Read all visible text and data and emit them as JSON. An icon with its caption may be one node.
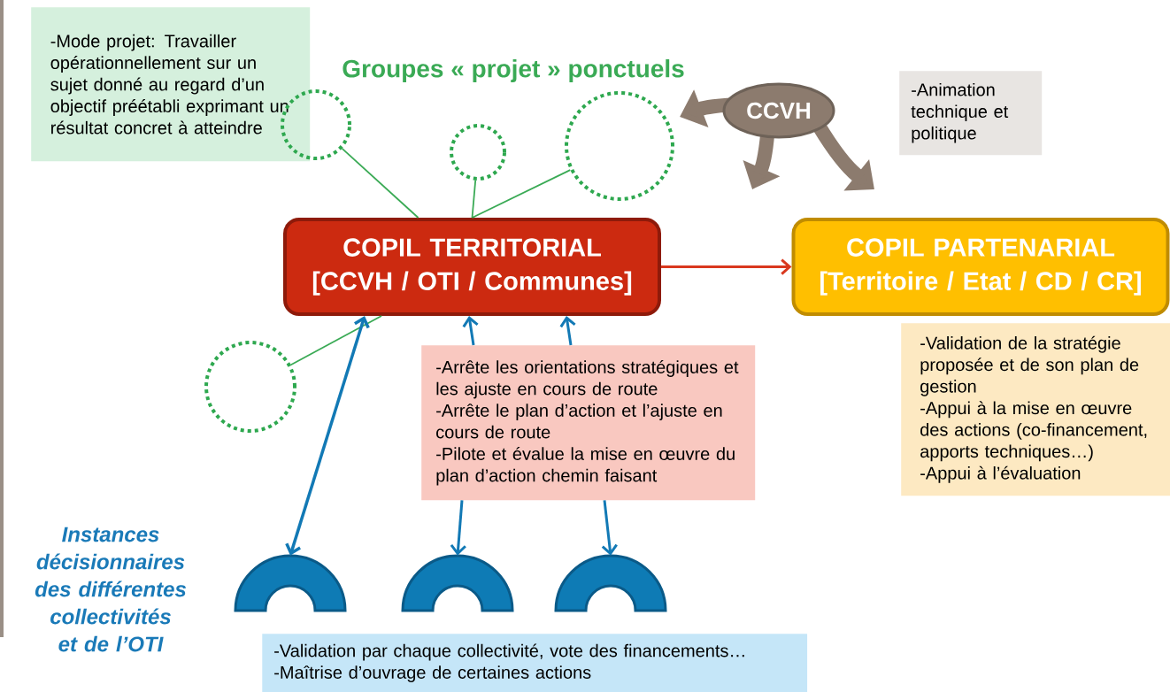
{
  "diagram": {
    "nodes": [
      {
        "text": [
          "-Mode projet: Travailler opérationnellement sur un sujet donné au regard d’un objectif préétabli exprimant un résultat concret à atteindre"
        ]
      },
      {
        "text": [],
        "shape": "circle"
      },
      {
        "text": [],
        "shape": "circle"
      },
      {
        "text": [],
        "shape": "circle"
      },
      {
        "text": [],
        "shape": "circle"
      },
      {
        "text": [
          "CCVH"
        ]
      },
      {
        "text": [
          "-Animation technique et politique"
        ]
      },
      {
        "text": [
          "COPIL TERRITORIAL",
          "[CCVH / OTI / Communes]"
        ]
      },
      {
        "text": [
          "COPIL PARTENARIAL",
          "[Territoire / Etat / CD / CR]"
        ]
      },
      {
        "text": [
          "-Arrête les orientations stratégiques et les ajuste en cours de route",
          "-Arrête le plan d’action et l’ajuste en cours de route",
          "-Pilote et évalue la mise en œuvre du plan d’action chemin faisant"
        ]
      },
      {
        "text": [
          "-Validation de la stratégie proposée et de son plan de gestion",
          "-Appui à la mise en œuvre des actions (co-financement, apports techniques…)",
          "-Appui à l’évaluation"
        ]
      },
      {
        "text": [],
        "shape": "arch"
      },
      {
        "text": [],
        "shape": "arch"
      },
      {
        "text": [],
        "shape": "arch"
      },
      {
        "text": [
          "-Validation par chaque collectivité, vote des financements…",
          "-Maîtrise d’ouvrage de certaines actions"
        ]
      }
    ],
    "edges": [
      {
        "from": 2,
        "to": 7,
        "arrow": "none",
        "color": "#3aaa55"
      },
      {
        "from": 3,
        "to": 7,
        "arrow": "none",
        "color": "#3aaa55"
      },
      {
        "from": 4,
        "to": 7,
        "arrow": "none",
        "color": "#3aaa55"
      },
      {
        "from": 1,
        "to": 7,
        "arrow": "none",
        "color": "#3aaa55"
      },
      {
        "from": 7,
        "to": 8,
        "arrow": "to",
        "color": "#d9381e"
      },
      {
        "from": 11,
        "to": 7,
        "arrow": "both",
        "color": "#1279b5"
      },
      {
        "from": 9,
        "to": 7,
        "arrow": "to",
        "color": "#1279b5"
      },
      {
        "from": 9,
        "to": 7,
        "arrow": "to",
        "color": "#1279b5"
      },
      {
        "from": 9,
        "to": 12,
        "arrow": "to",
        "color": "#1279b5"
      },
      {
        "from": 9,
        "to": 13,
        "arrow": "to",
        "color": "#1279b5"
      }
    ],
    "labels": [
      "Groupes « projet » ponctuels",
      "Instances décisionnaires des différentes collectivités et de l’OTI"
    ]
  }
}
